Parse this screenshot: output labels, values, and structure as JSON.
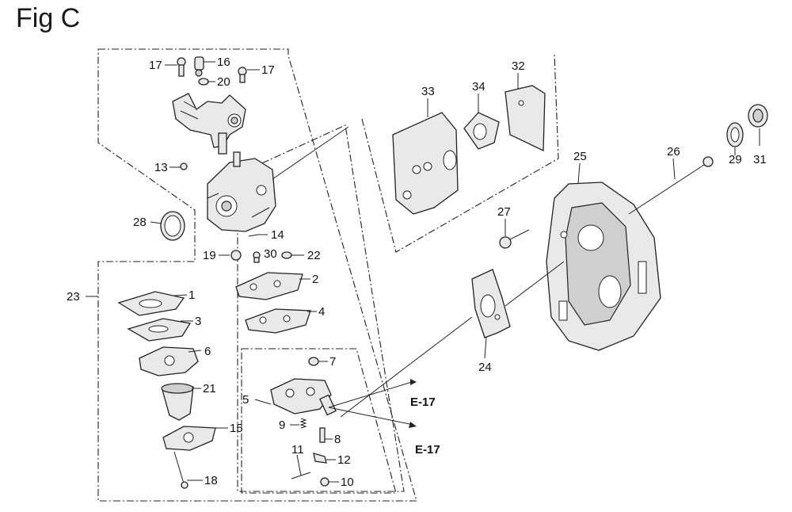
{
  "figure": {
    "title": "Fig C"
  },
  "callouts": {
    "c1": "1",
    "c2": "2",
    "c3": "3",
    "c4": "4",
    "c5": "5",
    "c6": "6",
    "c7": "7",
    "c8": "8",
    "c9": "9",
    "c10": "10",
    "c11": "11",
    "c12": "12",
    "c13": "13",
    "c14": "14",
    "c15": "15",
    "c16": "16",
    "c17a": "17",
    "c17b": "17",
    "c18": "18",
    "c19": "19",
    "c20": "20",
    "c21": "21",
    "c22": "22",
    "c23": "23",
    "c24": "24",
    "c25": "25",
    "c26": "26",
    "c27": "27",
    "c28": "28",
    "c29": "29",
    "c30": "30",
    "c31": "31",
    "c32": "32",
    "c33": "33",
    "c34": "34"
  },
  "references": {
    "ref_a": "E-17",
    "ref_b": "E-17"
  }
}
